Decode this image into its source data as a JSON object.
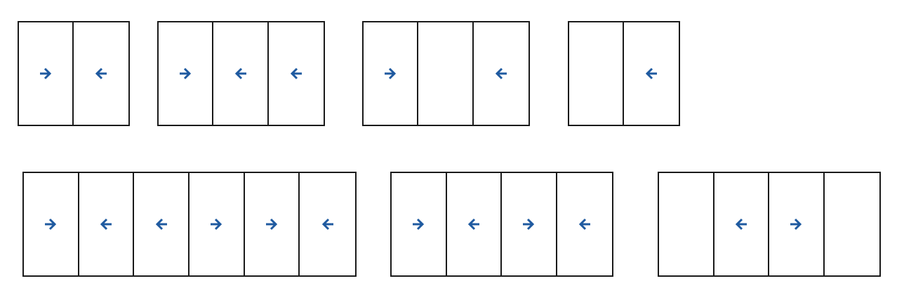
{
  "colors": {
    "frame": "#1a1a1a",
    "arrow": "#1f5aa0",
    "background": "#ffffff"
  },
  "door_groups": [
    {
      "panels": [
        "right-arrow-icon",
        "left-arrow-icon"
      ]
    },
    {
      "panels": [
        "right-arrow-icon",
        "left-arrow-icon",
        "left-arrow-icon"
      ]
    },
    {
      "panels": [
        "right-arrow-icon",
        "none",
        "left-arrow-icon"
      ]
    },
    {
      "panels": [
        "none",
        "left-arrow-icon"
      ]
    },
    {
      "panels": [
        "right-arrow-icon",
        "left-arrow-icon",
        "left-arrow-icon",
        "right-arrow-icon",
        "right-arrow-icon",
        "left-arrow-icon"
      ]
    },
    {
      "panels": [
        "right-arrow-icon",
        "left-arrow-icon",
        "right-arrow-icon",
        "left-arrow-icon"
      ]
    },
    {
      "panels": [
        "none",
        "left-arrow-icon",
        "right-arrow-icon",
        "none"
      ]
    }
  ]
}
